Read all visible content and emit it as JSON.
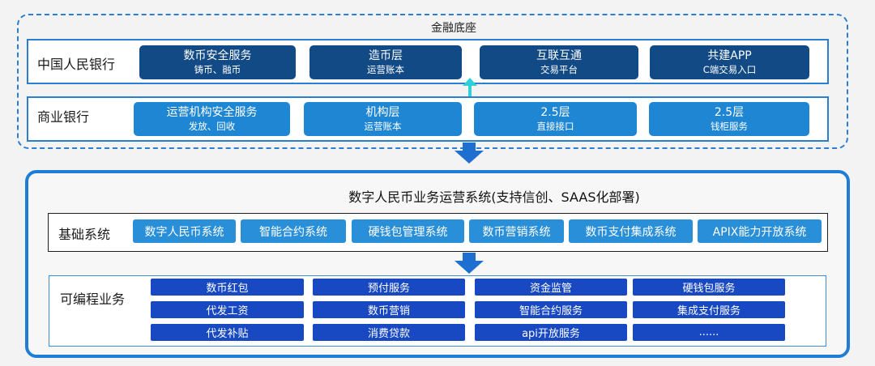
{
  "top": {
    "title": "金融底座",
    "pboc": {
      "label": "中国人民银行",
      "boxes": [
        {
          "line1": "数币安全服务",
          "line2": "铸币、融币"
        },
        {
          "line1": "造币层",
          "line2": "运营账本"
        },
        {
          "line1": "互联互通",
          "line2": "交易平台"
        },
        {
          "line1": "共建APP",
          "line2": "C端交易入口"
        }
      ]
    },
    "commercial": {
      "label": "商业银行",
      "boxes": [
        {
          "line1": "运营机构安全服务",
          "line2": "发放、回收"
        },
        {
          "line1": "机构层",
          "line2": "运营账本"
        },
        {
          "line1": "2.5层",
          "line2": "直接接口"
        },
        {
          "line1": "2.5层",
          "line2": "钱柜服务"
        }
      ]
    }
  },
  "bottom": {
    "title": "数字人民币业务运营系统(支持信创、SAAS化部署)",
    "base": {
      "label": "基础系统",
      "items": [
        "数字人民币系统",
        "智能合约系统",
        "硬钱包管理系统",
        "数币营销系统",
        "数币支付集成系统",
        "APIX能力开放系统"
      ]
    },
    "programmable": {
      "label": "可编程业务",
      "items": [
        "数币红包",
        "预付服务",
        "资金监管",
        "硬钱包服务",
        "代发工资",
        "数币营销",
        "智能合约服务",
        "集成支付服务",
        "代发补贴",
        "消费贷款",
        "api开放服务",
        "......"
      ]
    }
  },
  "colors": {
    "dark_box": "#124a85",
    "mid_box": "#1f86d3",
    "system_box": "#2a8fd9",
    "business_box": "#1848c2",
    "frame_blue": "#1f7dd6",
    "arrow_cyan": "#2fd0d8",
    "arrow_blue": "#1f6fd0"
  }
}
